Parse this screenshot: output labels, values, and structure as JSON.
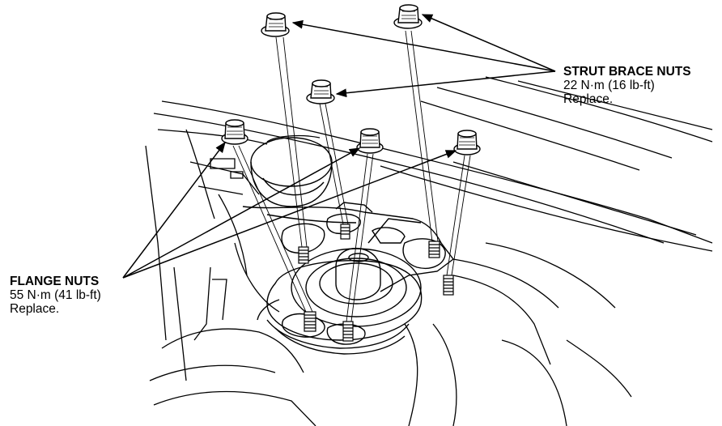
{
  "strut_brace": {
    "heading": "STRUT BRACE NUTS",
    "torque": "22 N·m (16 lb-ft)",
    "note": "Replace."
  },
  "flange": {
    "heading": "FLANGE NUTS",
    "torque": "55 N·m (41 lb-ft)",
    "note": "Replace."
  },
  "colors": {
    "line": "#000000",
    "background": "#ffffff"
  }
}
